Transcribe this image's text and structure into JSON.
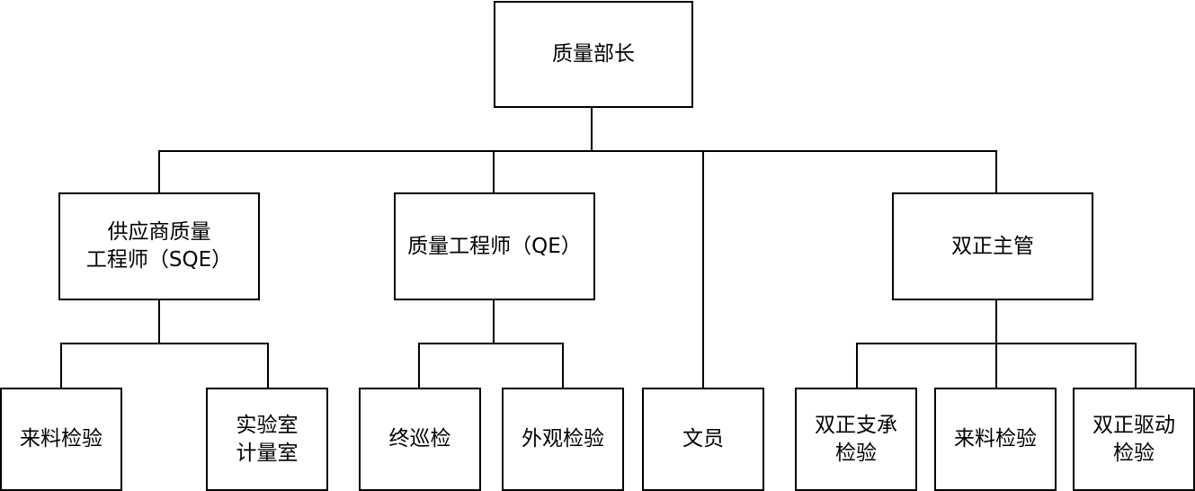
{
  "colors": {
    "line": "#000000",
    "box_border": "#000000",
    "box_fill": "#ffffff",
    "text": "#000000"
  },
  "chart": {
    "root": {
      "label": "质量部长"
    },
    "level2": [
      {
        "lines": [
          "供应商质量",
          "工程师（SQE）"
        ]
      },
      {
        "lines": [
          "质量工程师（QE）"
        ]
      },
      {
        "lines": [
          "双正主管"
        ]
      }
    ],
    "leaves": [
      {
        "lines": [
          "来料检验"
        ]
      },
      {
        "lines": [
          "实验室",
          "计量室"
        ]
      },
      {
        "lines": [
          "终巡检"
        ]
      },
      {
        "lines": [
          "外观检验"
        ]
      },
      {
        "lines": [
          "文员"
        ]
      },
      {
        "lines": [
          "双正支承",
          "检验"
        ]
      },
      {
        "lines": [
          "来料检验"
        ]
      },
      {
        "lines": [
          "双正驱动",
          "检验"
        ]
      }
    ]
  }
}
